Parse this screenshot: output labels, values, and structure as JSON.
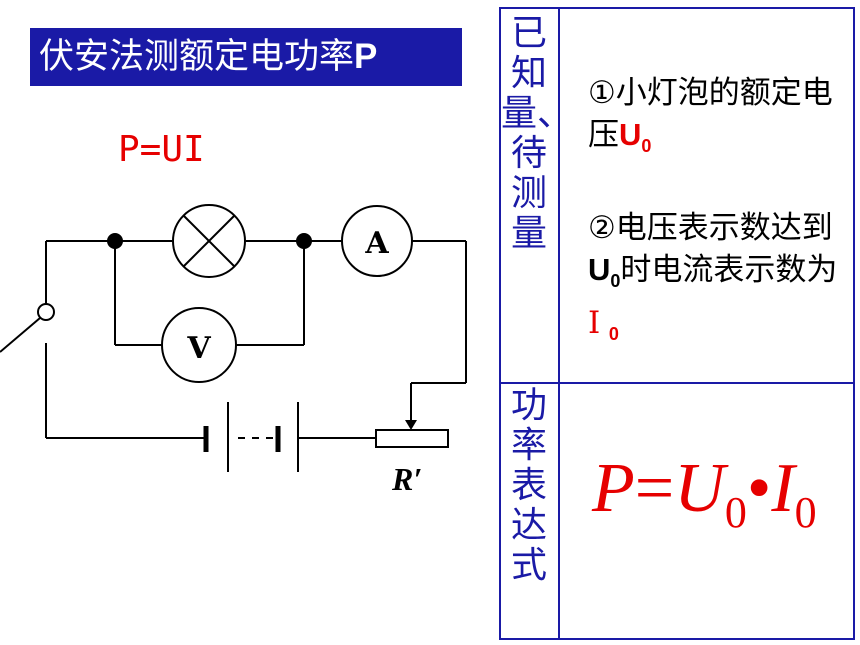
{
  "title": {
    "text": "伏安法测额定电功率",
    "symbol": "P"
  },
  "formula_simple": "P=UI",
  "circuit": {
    "lamp_symbol": "⊗",
    "ammeter": "A",
    "voltmeter": "V",
    "rheostat_label": "R′"
  },
  "table": {
    "known_header": "已知量、待测量",
    "known_items": [
      {
        "prefix": "①小灯泡的额定电压",
        "sym": "U",
        "sub": "0",
        "suffix": ""
      },
      {
        "prefix": "②电压表示数达到",
        "sym": "U",
        "sub": "0",
        "suffix": "时电流表示数为 ",
        "sym2": "I",
        "sub2": "0"
      }
    ],
    "power_header": "功率表达式",
    "power_formula": {
      "p": "P",
      "eq": "=",
      "u": "U",
      "u_sub": "0",
      "dot": "•",
      "i": "I",
      "i_sub": "0"
    }
  }
}
